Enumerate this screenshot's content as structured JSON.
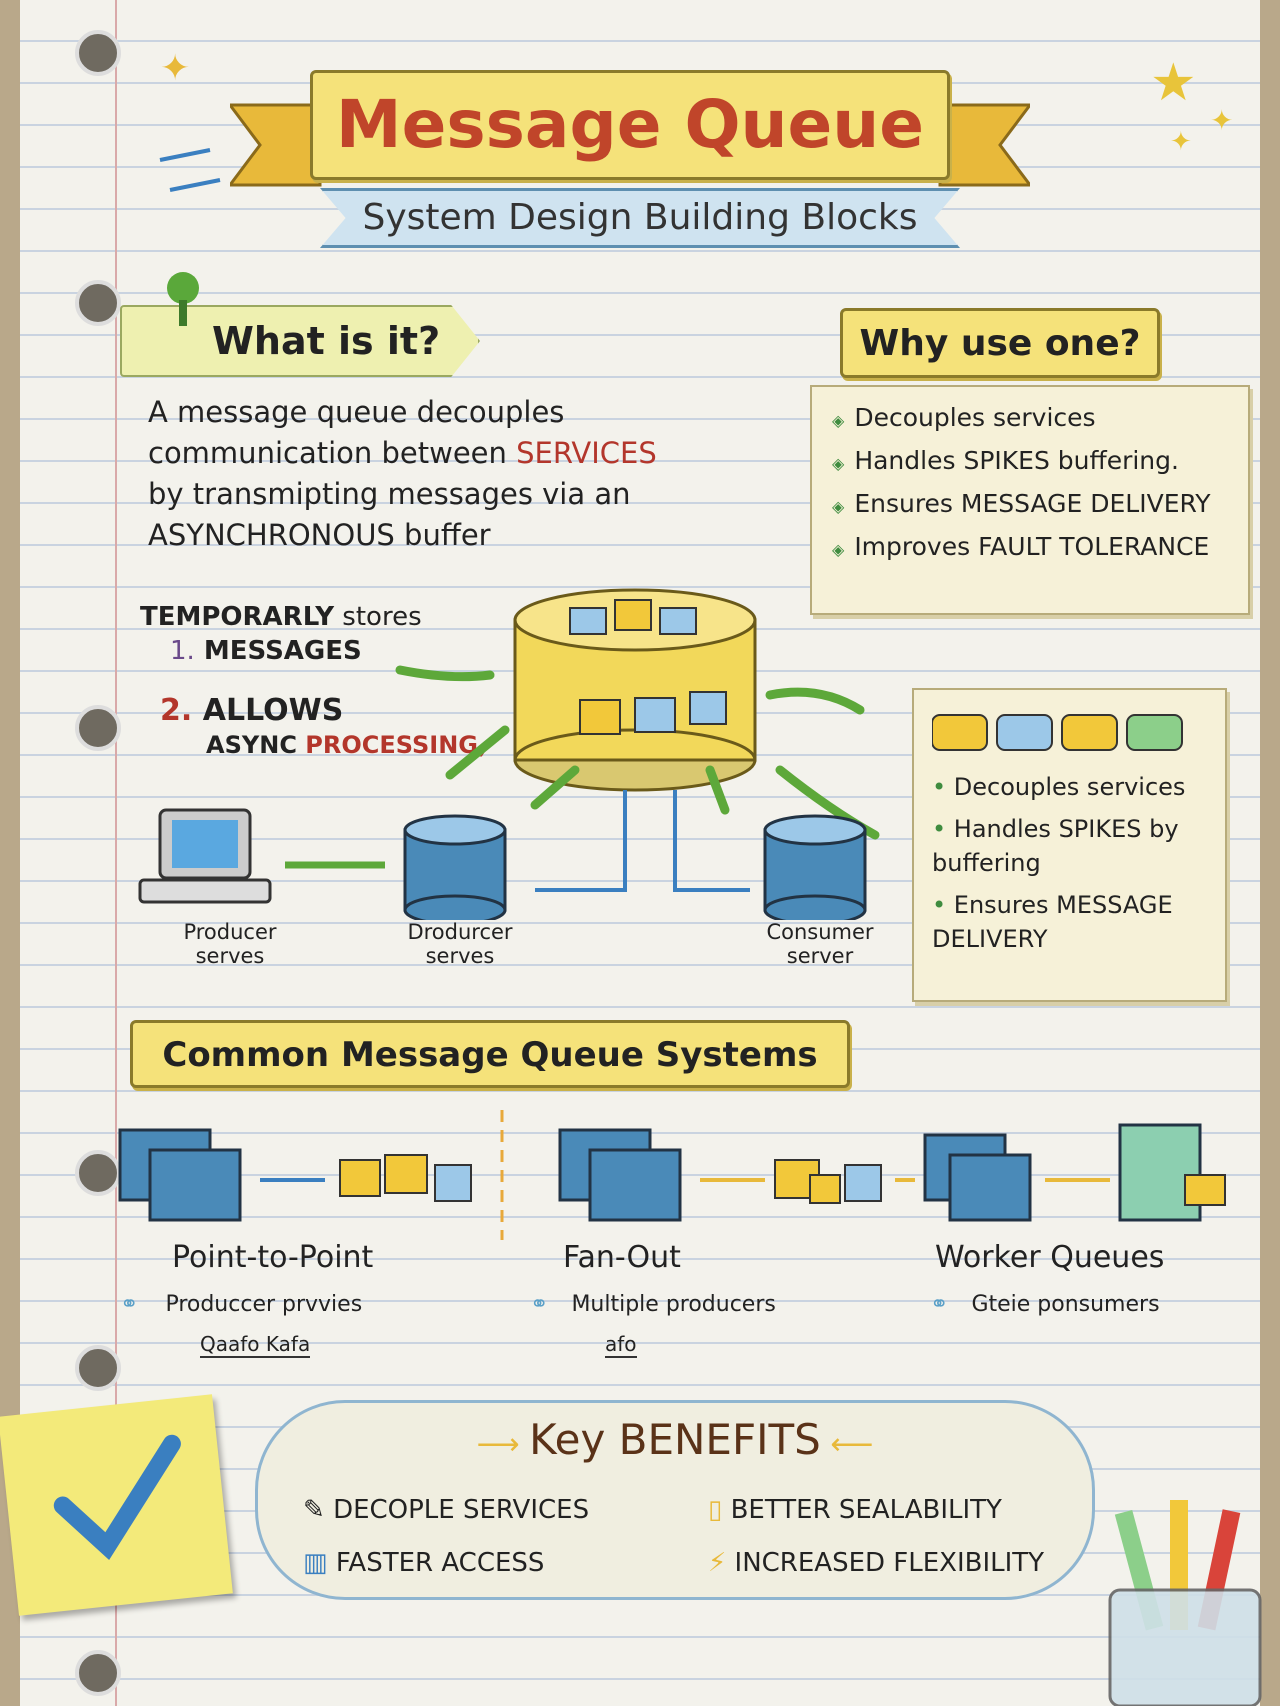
{
  "title": "Message Queue",
  "subtitle": "System Design Building Blocks",
  "what_is_it": {
    "heading": "What is it?",
    "desc_line1": "A message queue decouples",
    "desc_line2a": "communication between ",
    "desc_line2b": "SERVICES",
    "desc_line3": "by transmipting messages via an",
    "desc_line4a": "ASYNCHRONOUS",
    "desc_line4b": " buffer"
  },
  "features": {
    "line1a": "TEMPORARLY",
    "line1b": " stores",
    "num1": "1.",
    "item1": "MESSAGES",
    "num2": "2.",
    "item2": "ALLOWS",
    "item2b_a": "ASYNC ",
    "item2b_b": "PROCESSING,"
  },
  "why_use_one": {
    "heading": "Why use one?",
    "items": [
      "Decouples services",
      "Handles SPIKES buffering.",
      "Ensures MESSAGE DELIVERY",
      "Improves FAULT TOLERANCE"
    ]
  },
  "diagram": {
    "labels": [
      {
        "line1": "Producer",
        "line2": "serves"
      },
      {
        "line1": "Drodurcer",
        "line2": "serves"
      },
      {
        "line1": "Consumer",
        "line2": "server"
      }
    ]
  },
  "side_box": {
    "items": [
      "Decouples services",
      "Handles SPIKES by buffering",
      "Ensures MESSAGE DELIVERY"
    ]
  },
  "systems": {
    "heading": "Common Message Queue Systems",
    "types": [
      {
        "name": "Point-to-Point",
        "desc": "Produccer prvvies",
        "tags": "Qaafo  Kafa"
      },
      {
        "name": "Fan-Out",
        "desc": "Multiple producers",
        "tags": "afo"
      },
      {
        "name": "Worker Queues",
        "desc": "Gteie ponsumers",
        "tags": ""
      }
    ]
  },
  "benefits": {
    "heading": "Key BENEFITS",
    "items": [
      "DECOPLE SERVICES",
      "BETTER SEALABILITY",
      "FASTER ACCESS",
      "INCREASED FLEXIBILITY"
    ]
  },
  "colors": {
    "accent_yellow": "#f5e27a",
    "accent_blue": "#cfe3f0",
    "accent_red": "#b3362b",
    "accent_green": "#5da83a"
  }
}
